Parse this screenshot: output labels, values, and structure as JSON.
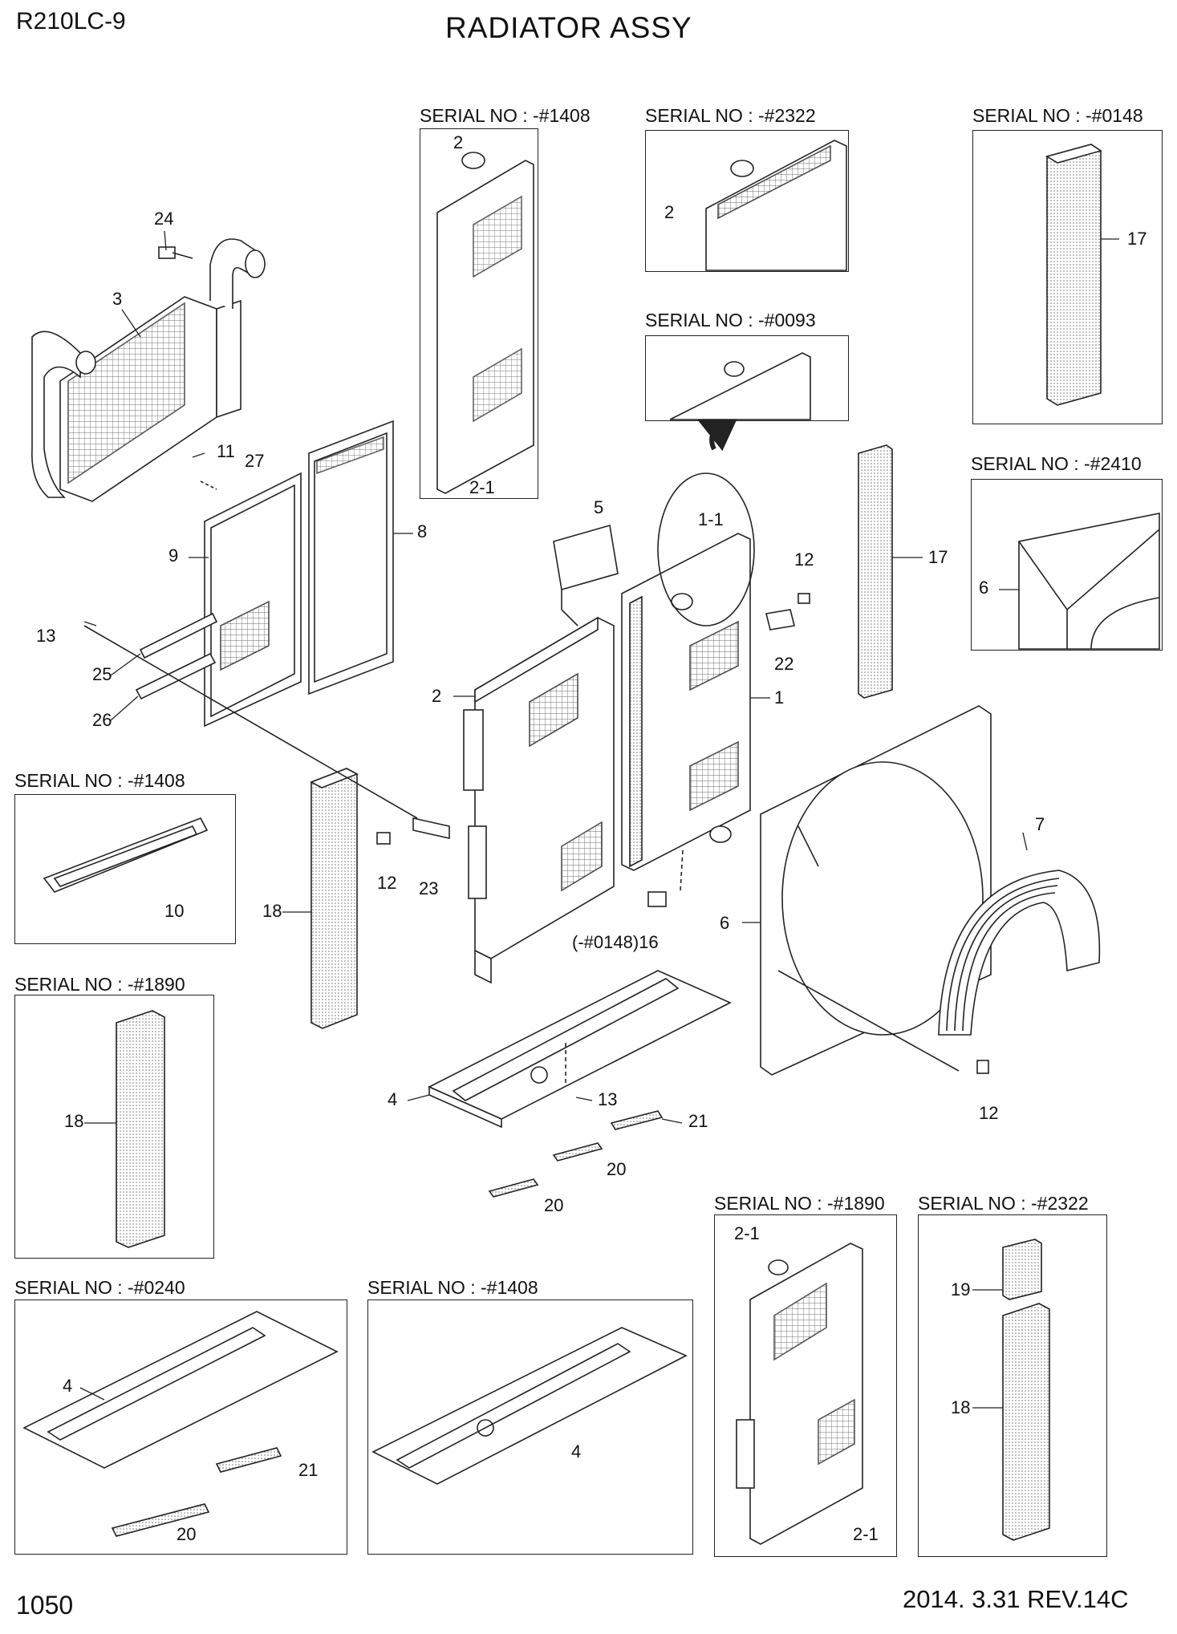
{
  "header": {
    "model": "R210LC-9",
    "title": "RADIATOR ASSY"
  },
  "footer": {
    "page": "1050",
    "date_rev": "2014. 3.31  REV.14C"
  },
  "serial_boxes": [
    {
      "text": "SERIAL NO : -#1408"
    },
    {
      "text": "SERIAL NO : -#2322"
    },
    {
      "text": "SERIAL NO : -#0148"
    },
    {
      "text": "SERIAL NO : -#0093"
    },
    {
      "text": "SERIAL NO : -#2410"
    },
    {
      "text": "SERIAL NO : -#1408"
    },
    {
      "text": "SERIAL NO : -#1890"
    },
    {
      "text": "SERIAL NO : -#0240"
    },
    {
      "text": "SERIAL NO : -#1408"
    },
    {
      "text": "SERIAL NO : -#1890"
    },
    {
      "text": "SERIAL NO : -#2322"
    }
  ],
  "callouts": [
    "24",
    "3",
    "11",
    "27",
    "9",
    "8",
    "13",
    "25",
    "26",
    "2",
    "2-1",
    "2",
    "1-1",
    "5",
    "12",
    "22",
    "1",
    "17",
    "17",
    "6",
    "2",
    "12",
    "23",
    "18",
    "10",
    "7",
    "6",
    "(-#0148)16",
    "4",
    "13",
    "21",
    "20",
    "20",
    "12",
    "18",
    "4",
    "21",
    "20",
    "4",
    "2-1",
    "2-1",
    "19",
    "18"
  ],
  "colors": {
    "line": "#222222",
    "hatch": "#444444",
    "dots": "#888888"
  }
}
